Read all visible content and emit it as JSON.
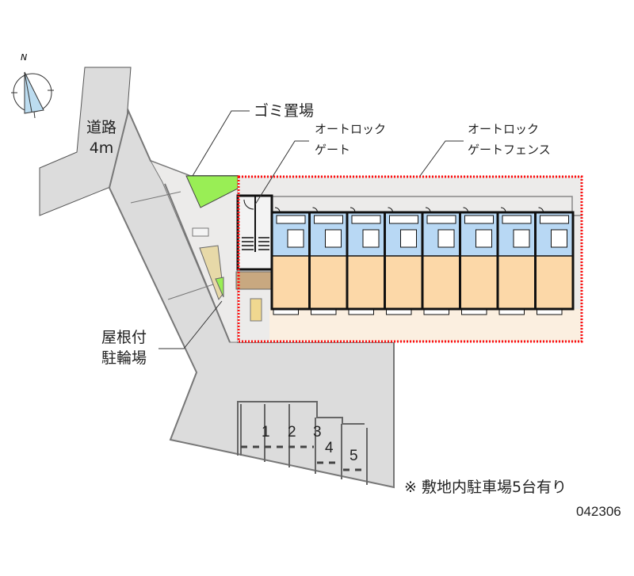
{
  "labels": {
    "road": [
      "道路",
      "4m"
    ],
    "garbage": "ゴミ置場",
    "autolock_gate": [
      "オートロック",
      "ゲート"
    ],
    "autolock_fence": [
      "オートロック",
      "ゲートフェンス"
    ],
    "bike_parking": [
      "屋根付",
      "駐輪場"
    ],
    "compass_north": "N"
  },
  "parking": {
    "spaces": [
      "1",
      "2",
      "3",
      "4",
      "5"
    ],
    "note": "※ 敷地内駐車場5台有り"
  },
  "building": {
    "unit_count": 8
  },
  "code": "042306",
  "colors": {
    "road": "#dcdcdc",
    "site": "#ecebea",
    "fence": "#ff0000",
    "green": "#99ee55",
    "unit_top": "#b8d8f4",
    "unit_bottom": "#fcd8a8"
  }
}
